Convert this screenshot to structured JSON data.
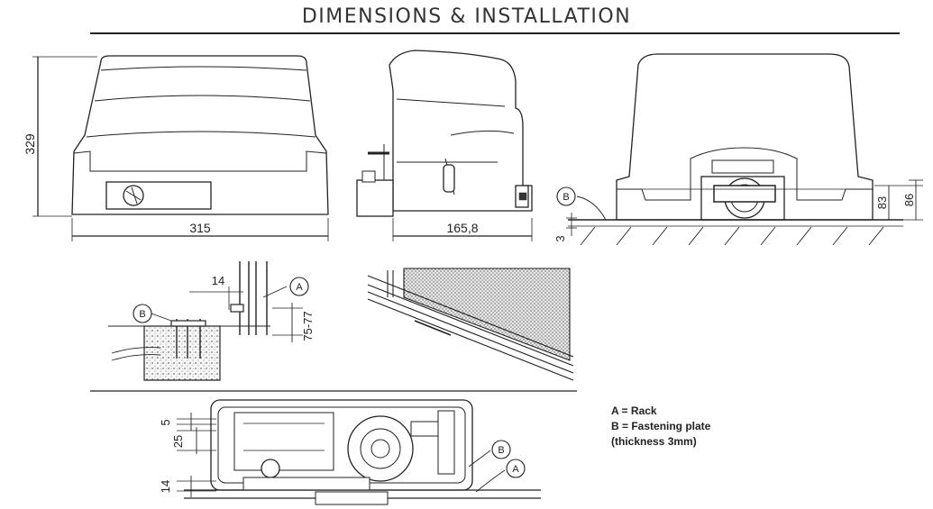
{
  "title": "DIMENSIONS & INSTALLATION",
  "dimensions": {
    "height": "329",
    "width": "315",
    "depth": "165,8",
    "base_gap": "3",
    "rack_height": "83",
    "pinion_height": "86",
    "rack_offset": "14",
    "anchor_range": "75-77",
    "top_margin": "5",
    "inner_offset": "25",
    "bottom_margin": "14"
  },
  "callouts": {
    "a": "A",
    "b": "B"
  },
  "legend": {
    "line1": "A = Rack",
    "line2": "B = Fastening plate",
    "line3": "(thickness 3mm)"
  },
  "colors": {
    "line": "#222222",
    "fill": "#ffffff",
    "concrete": "#f3f3f3"
  }
}
